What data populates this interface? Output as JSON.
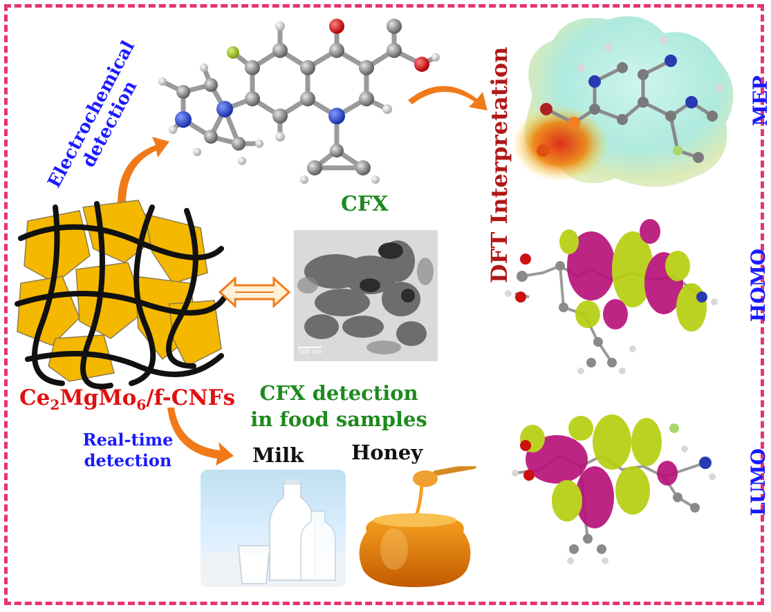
{
  "labels": {
    "electrochemical": "Electrochemical detection",
    "electrochemical_line1": "Electrochemical",
    "electrochemical_line2": "detection",
    "cfx": "CFX",
    "dft": "DFT Interpretation",
    "mep": "MEP",
    "homo": "HOMO",
    "lumo": "LUMO",
    "material_parts": [
      "Ce",
      "2",
      "MgMo",
      "6",
      "/f-CNFs"
    ],
    "cfx_detection_line1": "CFX detection",
    "cfx_detection_line2": "in food samples",
    "realtime_line1": "Real-time",
    "realtime_line2": "detection",
    "milk": "Milk",
    "honey": "Honey",
    "scale_bar": "500 nm"
  },
  "colors": {
    "frame": "#e8336b",
    "blue_text": "#1a1aff",
    "green_text": "#1e8a1e",
    "red_text": "#e01010",
    "dark_red_text": "#b01818",
    "arrow_orange": "#f07a1a",
    "flake_yellow": "#f5b800"
  },
  "icons": {
    "molecule": "ball-and-stick-molecule",
    "tem": "tem-micrograph",
    "composite": "nanofiber-composite",
    "double_arrow": "double-headed-arrow"
  }
}
